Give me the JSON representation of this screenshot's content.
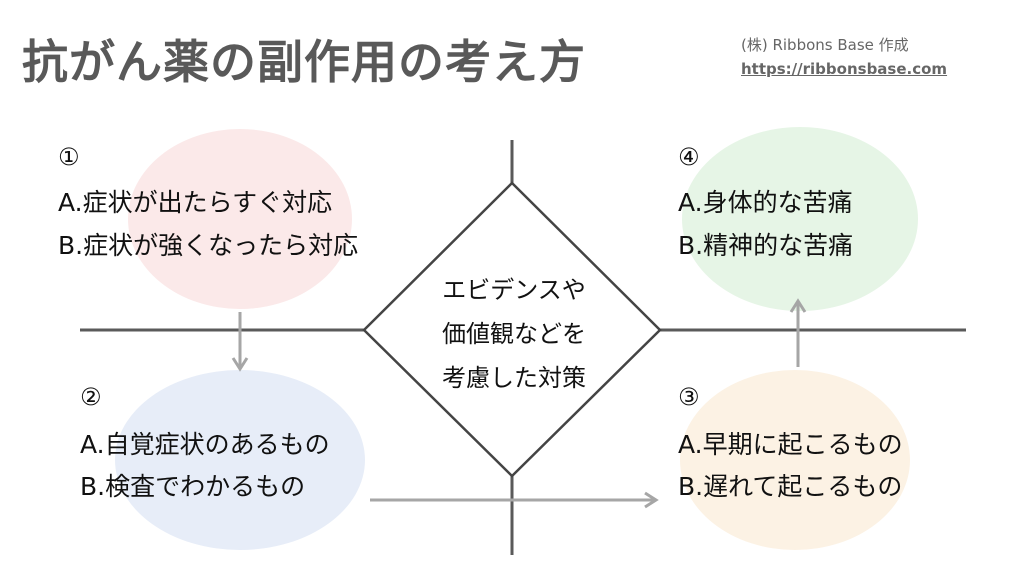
{
  "header": {
    "title": "抗がん薬の副作用の考え方",
    "credit": "(株) Ribbons Base 作成",
    "url": "https://ribbonsbase.com"
  },
  "center": {
    "lines": [
      "エビデンスや",
      "価値観などを",
      "考慮した対策"
    ]
  },
  "quadrants": {
    "q1": {
      "number": "①",
      "a": "A.症状が出たらすぐ対応",
      "b": "B.症状が強くなったら対応",
      "color": "#fbe9e9"
    },
    "q2": {
      "number": "②",
      "a": "A.自覚症状のあるもの",
      "b": "B.検査でわかるもの",
      "color": "#e7edf8"
    },
    "q3": {
      "number": "③",
      "a": "A.早期に起こるもの",
      "b": "B.遅れて起こるもの",
      "color": "#fcf2e4"
    },
    "q4": {
      "number": "④",
      "a": "A.身体的な苦痛",
      "b": "B.精神的な苦痛",
      "color": "#e6f5e6"
    }
  },
  "colors": {
    "axis": "#5a5a5a",
    "arrow": "#a6a6a6",
    "diamond_stroke": "#444444"
  }
}
